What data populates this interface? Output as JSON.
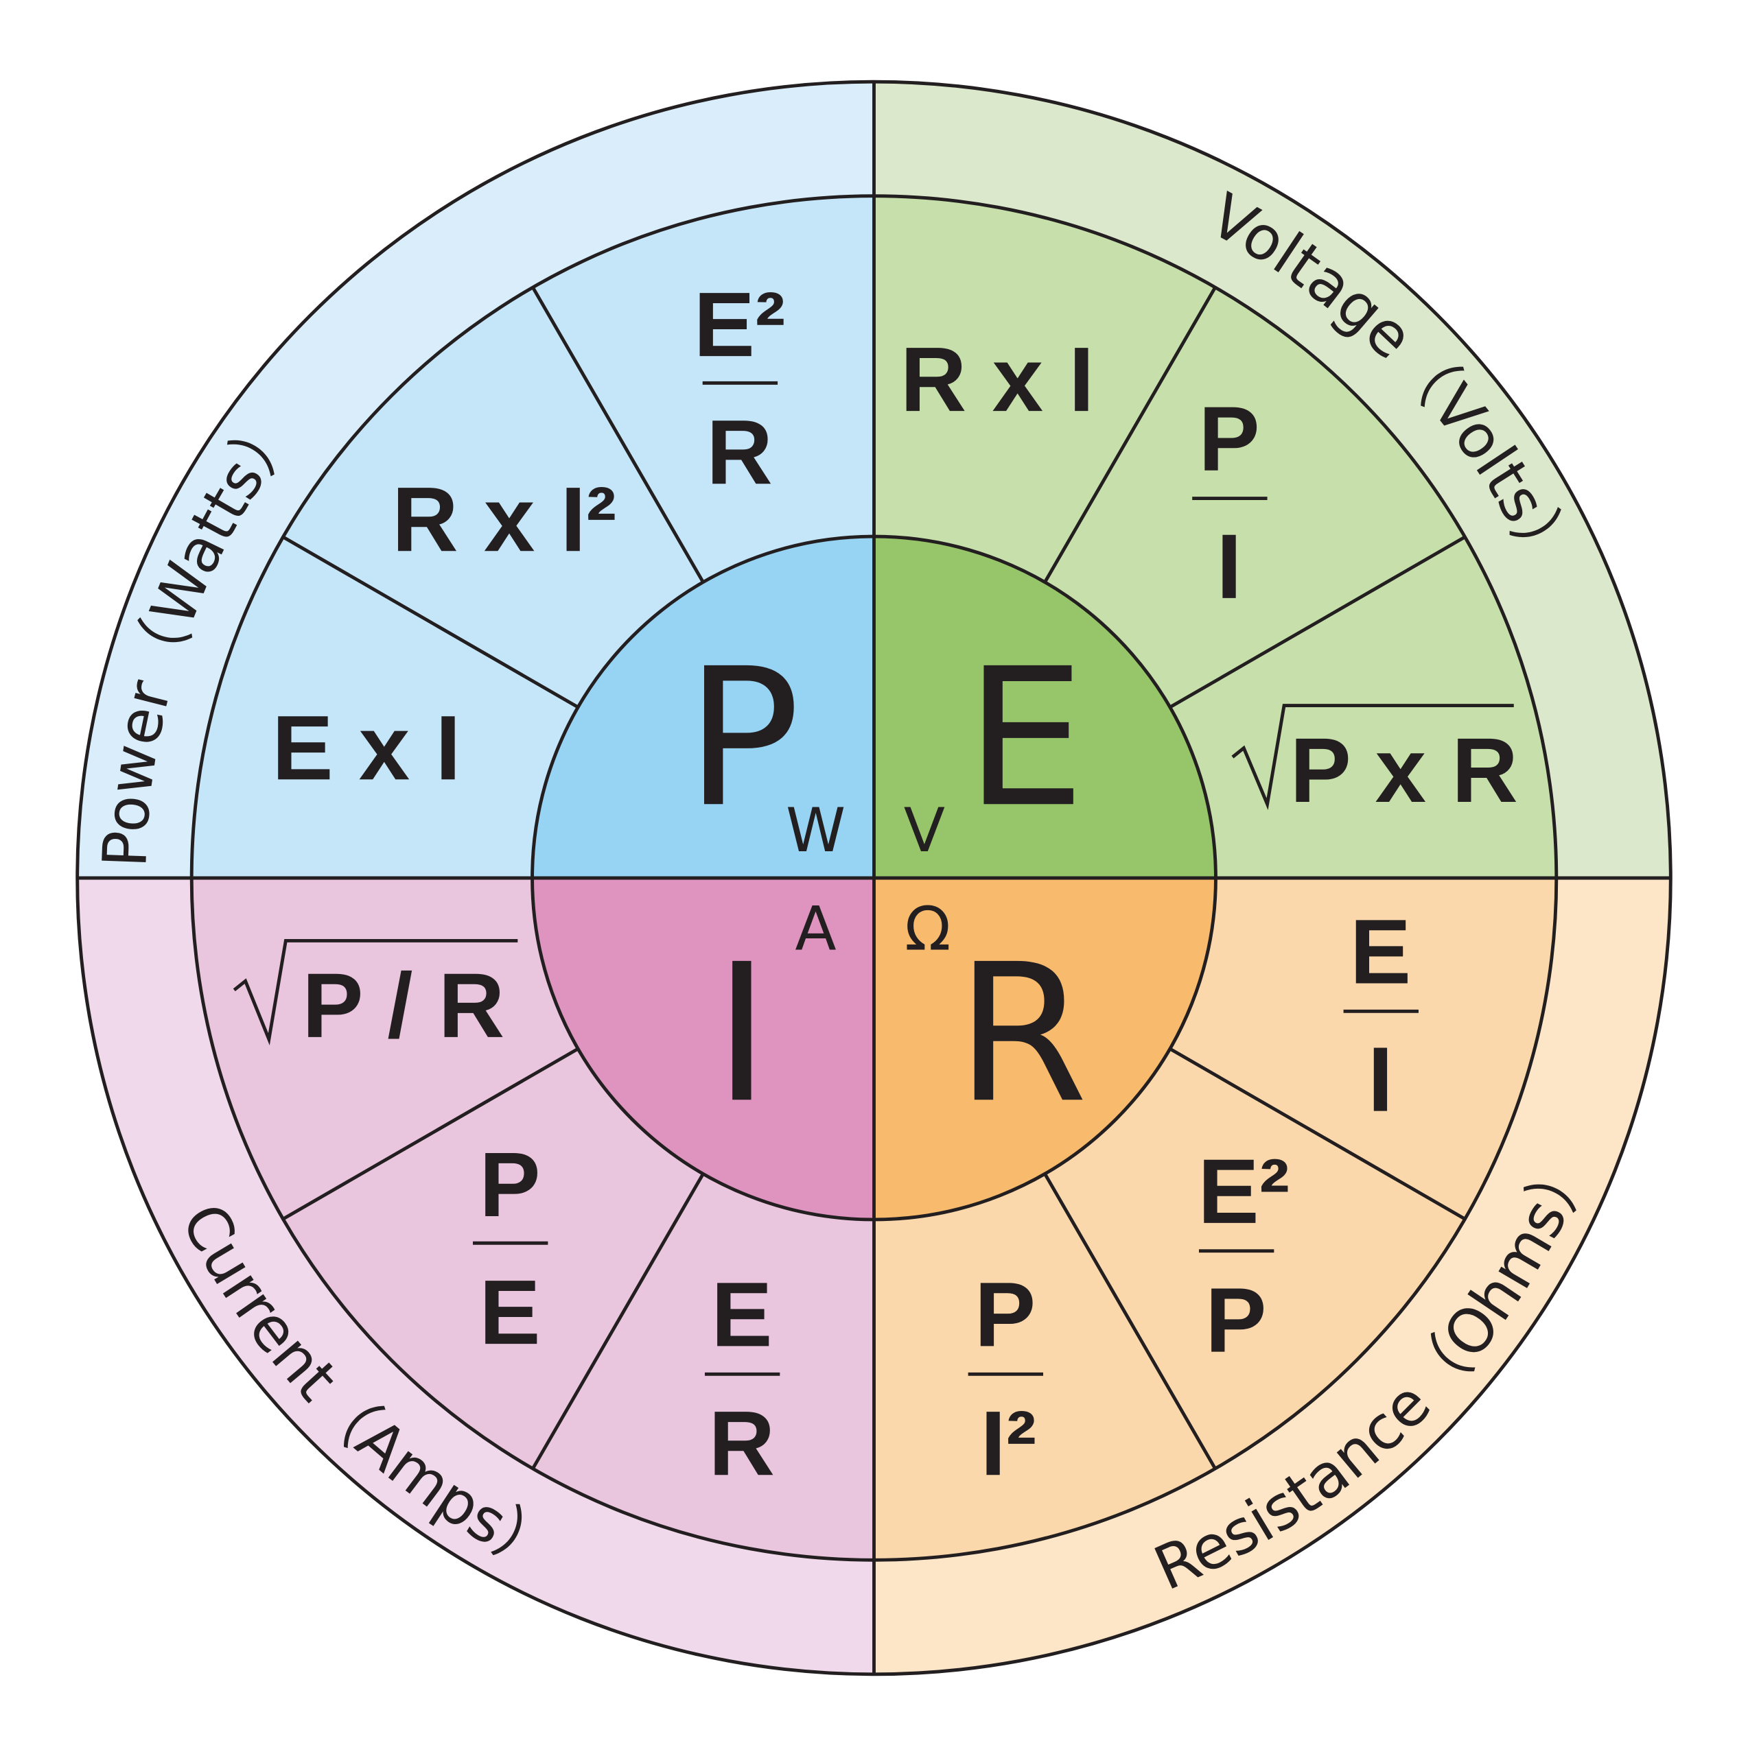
{
  "colors": {
    "outline": "#231f20",
    "power_outer": "#d9eefa",
    "power_mid": "#c5e5f8",
    "power_inner": "#97d4f4",
    "voltage_outer": "#dce8cc",
    "voltage_mid": "#c6dfab",
    "voltage_inner": "#97c66a",
    "current_outer": "#f0d9ea",
    "current_mid": "#eac5de",
    "current_inner": "#df94c0",
    "resistance_outer": "#fde5c8",
    "resistance_mid": "#fbd8ab",
    "resistance_inner": "#f8bb6e"
  },
  "labels": {
    "power": "Power（Watts）",
    "voltage": "Voltage（Volts）",
    "current": "Current（Amps）",
    "resistance": "Resistance（Ohms）"
  },
  "center": {
    "power": {
      "symbol": "P",
      "unit": "W"
    },
    "voltage": {
      "symbol": "E",
      "unit": "V"
    },
    "current": {
      "symbol": "I",
      "unit": "A"
    },
    "resistance": {
      "symbol": "R",
      "unit": "Ω"
    }
  },
  "formulas": {
    "power": [
      {
        "numerator": "E²",
        "denominator": "R"
      },
      {
        "text": "R x I²"
      },
      {
        "text": "E x I"
      }
    ],
    "voltage": [
      {
        "text": "R x I"
      },
      {
        "numerator": "P",
        "denominator": "I"
      },
      {
        "radicand": "P x R"
      }
    ],
    "resistance": [
      {
        "numerator": "E",
        "denominator": "I"
      },
      {
        "numerator": "E²",
        "denominator": "P"
      },
      {
        "numerator": "P",
        "denominator": "I²"
      }
    ],
    "current": [
      {
        "radicand": "P / R"
      },
      {
        "numerator": "P",
        "denominator": "E"
      },
      {
        "numerator": "E",
        "denominator": "R"
      }
    ]
  }
}
